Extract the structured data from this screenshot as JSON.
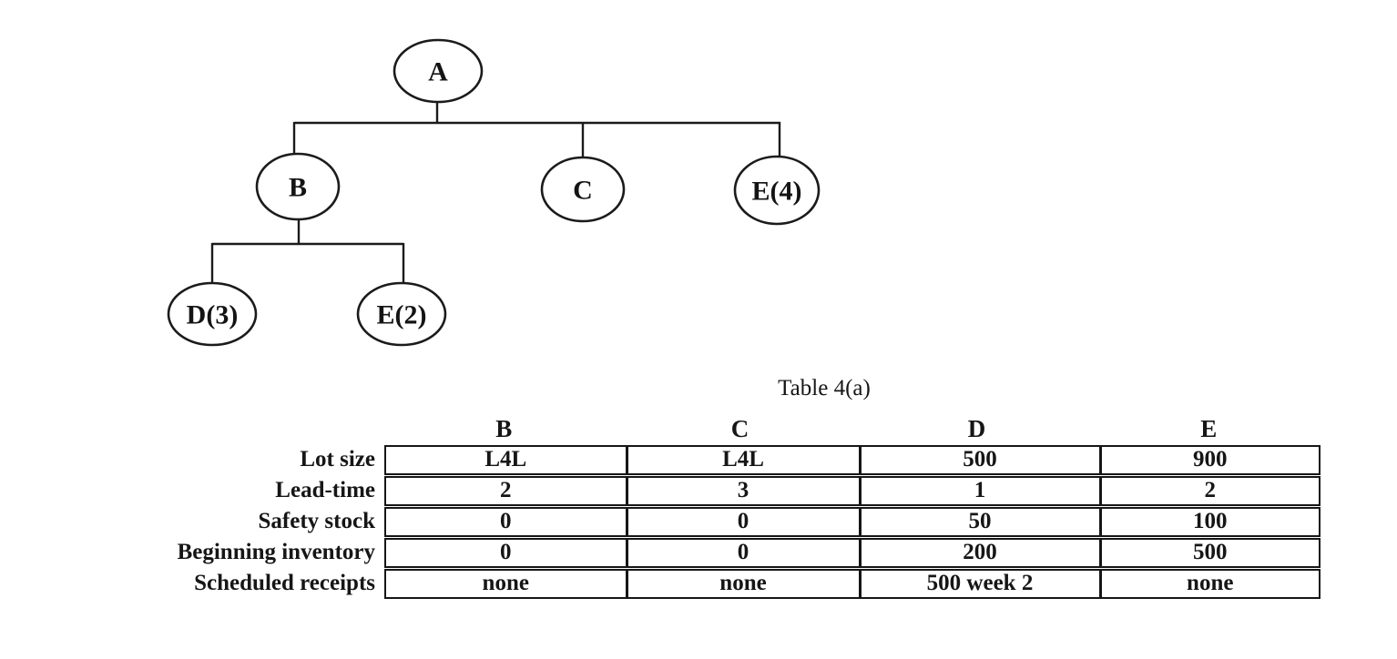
{
  "tree": {
    "nodes": {
      "a": "A",
      "b": "B",
      "c": "C",
      "e4": "E(4)",
      "d3": "D(3)",
      "e2": "E(2)"
    }
  },
  "table": {
    "title": "Table 4(a)",
    "columns": [
      "B",
      "C",
      "D",
      "E"
    ],
    "row_labels": [
      "Lot size",
      "Lead-time",
      "Safety stock",
      "Beginning inventory",
      "Scheduled receipts"
    ],
    "rows": [
      [
        "L4L",
        "L4L",
        "500",
        "900"
      ],
      [
        "2",
        "3",
        "1",
        "2"
      ],
      [
        "0",
        "0",
        "50",
        "100"
      ],
      [
        "0",
        "0",
        "200",
        "500"
      ],
      [
        "none",
        "none",
        "500 week 2",
        "none"
      ]
    ]
  }
}
